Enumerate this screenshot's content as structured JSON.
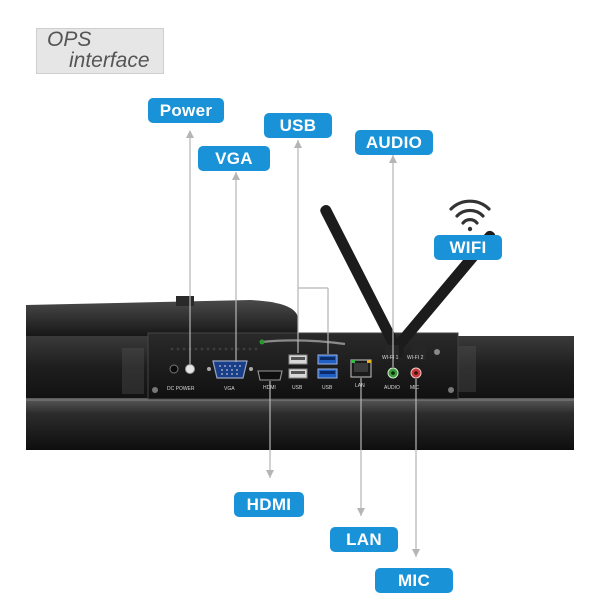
{
  "title": {
    "line1": "OPS",
    "line2": "interface"
  },
  "ports": {
    "power": "Power",
    "vga": "VGA",
    "usb": "USB",
    "audio": "AUDIO",
    "wifi": "WIFI",
    "hdmi": "HDMI",
    "lan": "LAN",
    "mic": "MIC"
  },
  "panel_labels": {
    "dc_power": "DC POWER",
    "vga": "VGA",
    "hdmi": "HDMI",
    "usb1": "USB",
    "usb2": "USB",
    "lan": "LAN",
    "audio": "AUDIO",
    "mic": "MIC",
    "wifi1": "WI-FI 1",
    "wifi2": "WI-FI 2"
  },
  "colors": {
    "label_bg": "#1992d7",
    "label_text": "#ffffff",
    "usb3_blue": "#1f5fc4",
    "audio_green": "#3d9a3d",
    "mic_red": "#c73a3a",
    "guide_line": "#b5b5b5"
  }
}
